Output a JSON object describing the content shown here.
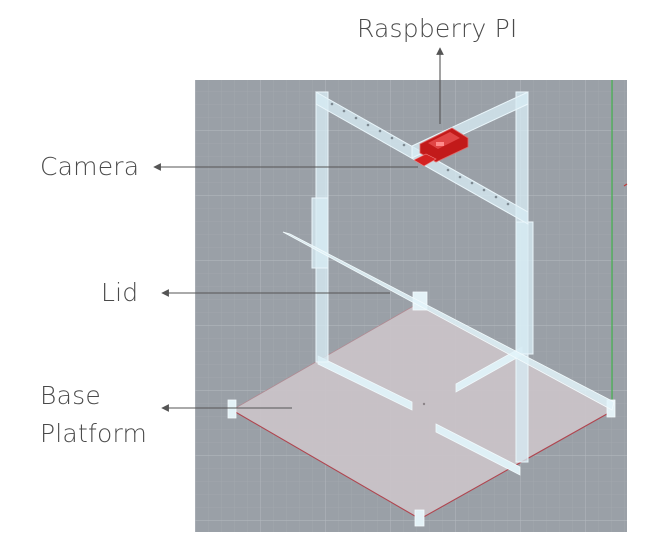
{
  "labels": {
    "raspberry": "Raspberry PI",
    "camera": "Camera",
    "lid": "Lid",
    "base_line1": "Base",
    "base_line2": "Platform"
  },
  "colors": {
    "viewport_bg": "#9aa0a7",
    "grid_line": "#aeb3b9",
    "frame_fill": "#d7ecf4",
    "frame_stroke": "#eaf6fb",
    "platform_fill": "#cbc3c9",
    "platform_edge": "#b0454f",
    "raspberry_red": "#c21a1a",
    "axis_green": "#3fae49",
    "arrow": "#555555",
    "label_text": "#4a4a4a"
  }
}
